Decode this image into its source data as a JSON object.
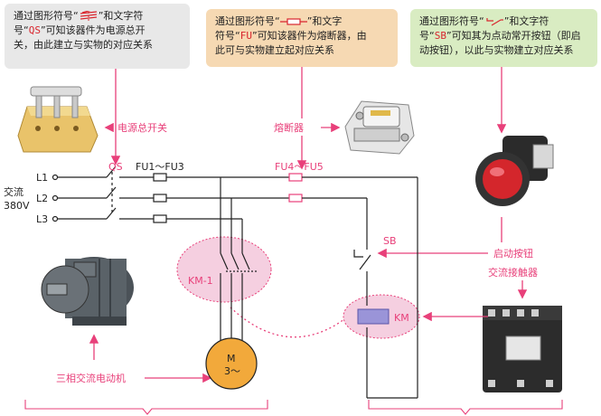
{
  "callouts": {
    "qs": {
      "line1_pre": "通过图形符号“",
      "line1_post": "”和文字符",
      "line2_pre": "号“",
      "line2_code": "QS",
      "line2_post": "”可知该器件为电源总开",
      "line3": "关，由此建立与实物的对应关系"
    },
    "fu": {
      "line1_pre": "通过图形符号“",
      "line1_post": "”和文字",
      "line2_pre": "符号“",
      "line2_code": "FU",
      "line2_post": "”可知该器件为熔断器，由",
      "line3": "此可与实物建立起对应关系"
    },
    "sb": {
      "line1_pre": "通过图形符号“",
      "line1_post": "”和文字符",
      "line2_pre": "号“",
      "line2_code": "SB",
      "line2_post": "”可知其为点动常开按钮（即启",
      "line3": "动按钮），以此与实物建立对应关系"
    }
  },
  "labels": {
    "power_switch": "电源总开关",
    "fuse": "熔断器",
    "start_button": "启动按钮",
    "ac_contactor": "交流接触器",
    "motor": "三相交流电动机",
    "supply_line1": "交流",
    "supply_line2": "380V",
    "L1": "L1",
    "L2": "L2",
    "L3": "L3",
    "QS": "QS",
    "FU1_3": "FU1～FU3",
    "FU4_5": "FU4～FU5",
    "SB": "SB",
    "KM1": "KM-1",
    "KM": "KM",
    "motor_M": "M",
    "motor_3": "3～"
  },
  "colors": {
    "accent_pink": "#e8407a",
    "callout_gray": "#e8e8e8",
    "callout_orange": "#f6d9b3",
    "callout_green": "#d9ecc2",
    "motor_orange": "#f2a93b",
    "highlight_pink": "#f5cfe0",
    "coil_purple": "#7a74c9"
  }
}
